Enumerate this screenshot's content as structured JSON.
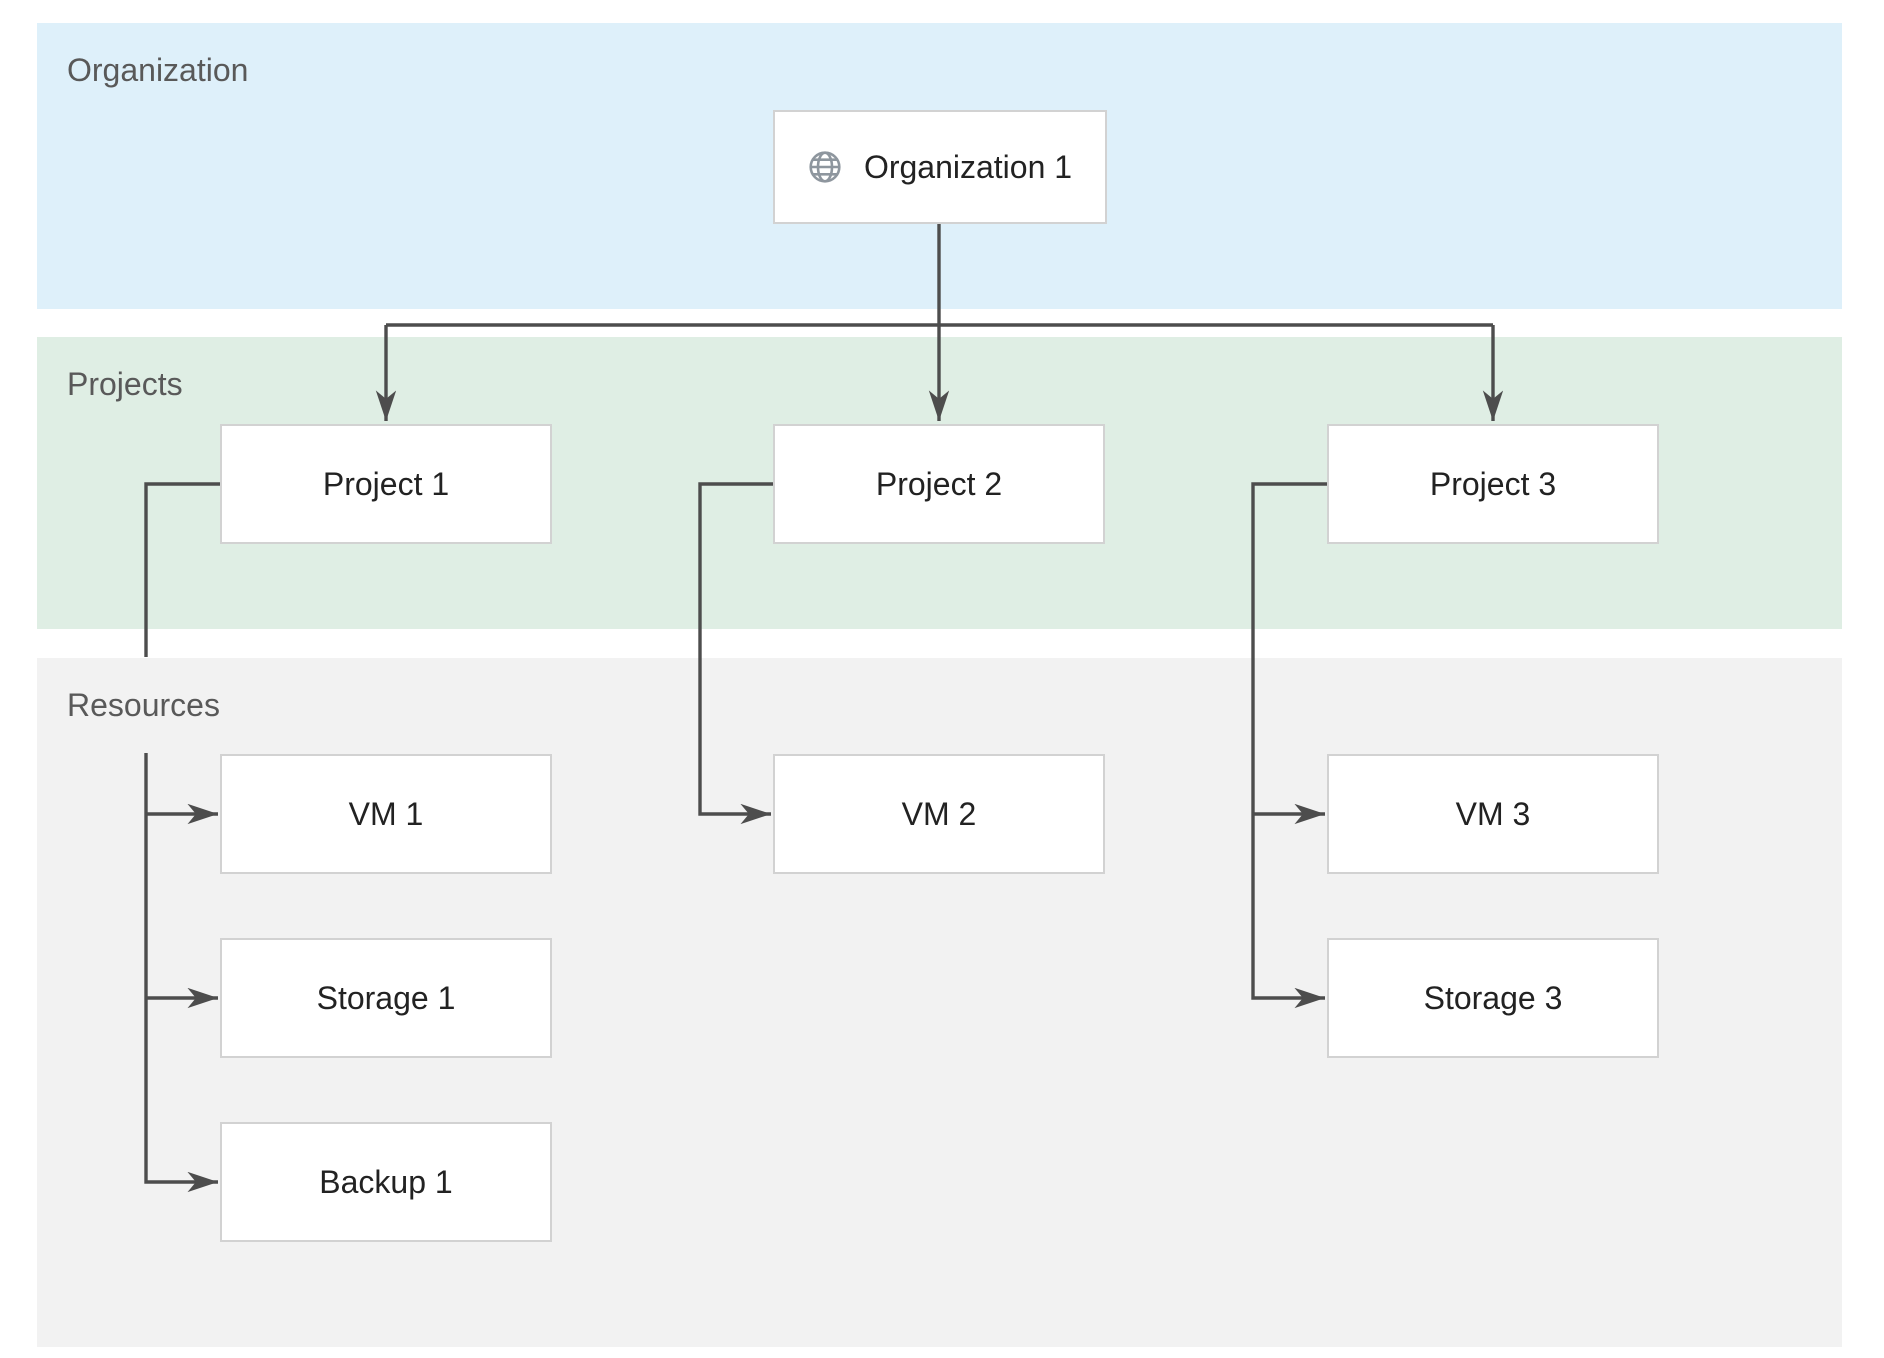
{
  "diagram": {
    "bands": [
      {
        "id": "organization",
        "label": "Organization"
      },
      {
        "id": "projects",
        "label": "Projects"
      },
      {
        "id": "resources",
        "label": "Resources"
      }
    ],
    "nodes": {
      "org1": {
        "label": "Organization 1",
        "icon": "globe-icon",
        "band": "organization"
      },
      "project1": {
        "label": "Project 1",
        "band": "projects"
      },
      "project2": {
        "label": "Project 2",
        "band": "projects"
      },
      "project3": {
        "label": "Project 3",
        "band": "projects"
      },
      "vm1": {
        "label": "VM 1",
        "band": "resources"
      },
      "storage1": {
        "label": "Storage 1",
        "band": "resources"
      },
      "backup1": {
        "label": "Backup 1",
        "band": "resources"
      },
      "vm2": {
        "label": "VM 2",
        "band": "resources"
      },
      "vm3": {
        "label": "VM 3",
        "band": "resources"
      },
      "storage3": {
        "label": "Storage 3",
        "band": "resources"
      }
    },
    "edges": [
      {
        "from": "org1",
        "to": "project1"
      },
      {
        "from": "org1",
        "to": "project2"
      },
      {
        "from": "org1",
        "to": "project3"
      },
      {
        "from": "project1",
        "to": "vm1"
      },
      {
        "from": "project1",
        "to": "storage1"
      },
      {
        "from": "project1",
        "to": "backup1"
      },
      {
        "from": "project2",
        "to": "vm2"
      },
      {
        "from": "project3",
        "to": "vm3"
      },
      {
        "from": "project3",
        "to": "storage3"
      }
    ]
  },
  "colors": {
    "band_organization": "#DEF0FA",
    "band_projects": "#DFEEE4",
    "band_resources": "#F2F2F2",
    "band_label_text": "#595959",
    "connector": "#4D4D4D",
    "node_border": "#D2D2D2",
    "node_background": "#FFFFFF",
    "node_text": "#222222",
    "globe_icon": "#8E969E"
  }
}
